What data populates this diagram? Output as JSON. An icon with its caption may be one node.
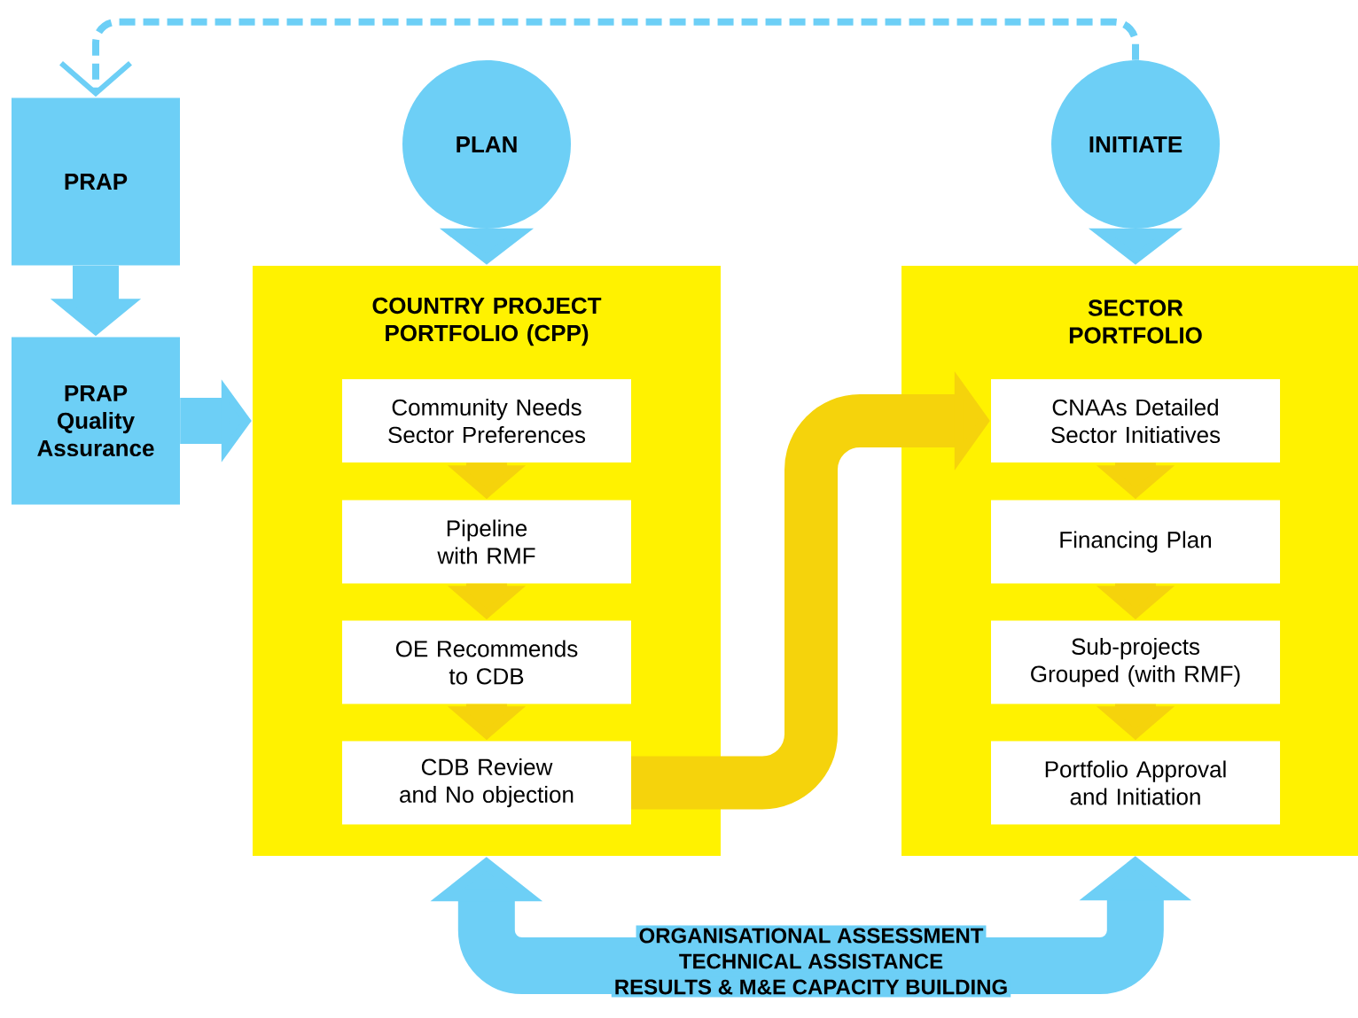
{
  "diagram": {
    "nodes": [
      {
        "text": [
          "PRAP"
        ]
      },
      {
        "text": [
          "PRAP Quality Assurance"
        ]
      },
      {
        "text": [
          "PLAN"
        ]
      },
      {
        "text": [
          "COUNTRY PROJECT PORTFOLIO (CPP)"
        ]
      },
      {
        "text": [
          "Community Needs Sector Preferences"
        ],
        "in": 3
      },
      {
        "text": [
          "Pipeline with RMF"
        ],
        "in": 3
      },
      {
        "text": [
          "OE Recommends to CDB"
        ],
        "in": 3
      },
      {
        "text": [
          "CDB Review and No objection"
        ],
        "in": 3
      },
      {
        "text": [
          "INITIATE"
        ]
      },
      {
        "text": [
          "SECTOR PORTFOLIO"
        ]
      },
      {
        "text": [
          "CNAAs Detailed Sector Initiatives"
        ],
        "in": 9
      },
      {
        "text": [
          "Financing Plan"
        ],
        "in": 9
      },
      {
        "text": [
          "Sub-projects Grouped (with RMF)"
        ],
        "in": 9
      },
      {
        "text": [
          "Portfolio Approval and Initiation"
        ],
        "in": 9
      }
    ],
    "edges": [
      {
        "from": 8,
        "to": 0,
        "arrow": "to",
        "style": "dashed",
        "color": "#6dcff6"
      },
      {
        "from": 0,
        "to": 1,
        "arrow": "to",
        "color": "#6dcff6"
      },
      {
        "from": 1,
        "to": 3,
        "arrow": "to",
        "color": "#6dcff6"
      },
      {
        "from": 2,
        "to": 3,
        "arrow": "to",
        "color": "#6dcff6"
      },
      {
        "from": 8,
        "to": 9,
        "arrow": "to",
        "color": "#6dcff6"
      },
      {
        "from": 4,
        "to": 5,
        "arrow": "to"
      },
      {
        "from": 5,
        "to": 6,
        "arrow": "to"
      },
      {
        "from": 6,
        "to": 7,
        "arrow": "to"
      },
      {
        "from": 10,
        "to": 11,
        "arrow": "to"
      },
      {
        "from": 11,
        "to": 12,
        "arrow": "to"
      },
      {
        "from": 12,
        "to": 13,
        "arrow": "to"
      },
      {
        "from": 7,
        "to": 10,
        "arrow": "to"
      },
      {
        "from": 3,
        "to": 9,
        "arrow": "both",
        "color": "#6dcff6"
      }
    ],
    "labels": [
      "ORGANISATIONAL ASSESSMENT",
      "TECHNICAL ASSISTANCE",
      "RESULTS & M&E CAPACITY BUILDING"
    ]
  }
}
